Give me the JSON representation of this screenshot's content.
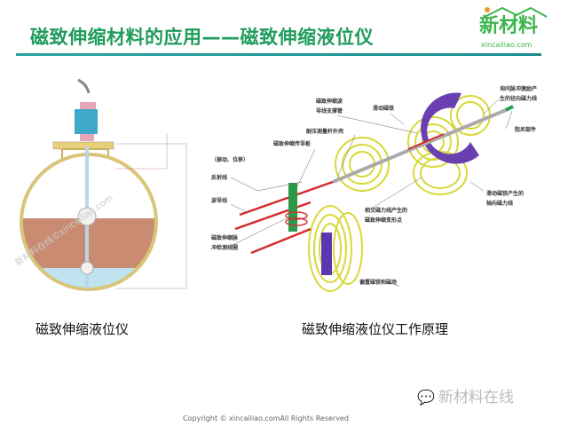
{
  "slide": {
    "title": "磁致伸缩材料的应用——磁致伸缩液位仪",
    "logo": {
      "cn": "新材料",
      "en": "xincailiao.com"
    },
    "left_caption": "磁致伸缩液位仪",
    "right_caption": "磁致伸缩液位仪工作原理",
    "copyright": "Copyright © xincailiao.comAll Rights Reserved",
    "watermark": "新材料在线",
    "image_watermark": "新材料在线©xincailiao.com"
  },
  "diagram_labels": {
    "support_tube_1": "磁致伸缩波",
    "support_tube_2": "导线支撑管",
    "sliding_magnet": "滑动磁铁",
    "housing": "耐压测量杆外壳",
    "conduction_plate": "磁致伸缩传导板",
    "vibration": "（振动、位移）",
    "reflection_line": "反射线",
    "waveguide": "波导线",
    "coil_1": "磁致伸缩脉",
    "coil_2": "冲检测线圈",
    "deform_1": "相交磁力线产生的",
    "deform_2": "磁致伸缩变形点",
    "bias_magnet": "偏置磁铁和磁场",
    "radial_1": "询问脉冲激励产",
    "radial_2": "生的径向磁力线",
    "damper": "阻尼部件",
    "axial_1": "滑动磁铁产生的",
    "axial_2": "轴向磁力线"
  },
  "colors": {
    "title": "#1f9c5c",
    "rule": "#2aa3a0",
    "logo": "#3bb64a"
  }
}
